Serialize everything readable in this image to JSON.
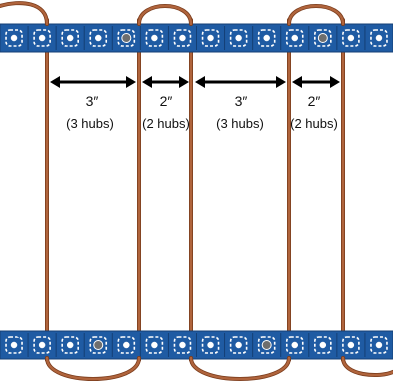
{
  "diagram": {
    "colors": {
      "strip_fill": "#1f5ba3",
      "strip_edge": "#143f74",
      "hub_ring": "#ffffff",
      "hub_center_plain": "#ffffff",
      "hub_center_filled": "#6e6e6e",
      "pipe": "#b0643c",
      "pipe_dark": "#7a3c1c",
      "arrow": "#000000"
    },
    "top_strip": {
      "hub_count": 14,
      "filled_hub_indices": [
        4,
        11
      ]
    },
    "bottom_strip": {
      "hub_count": 14,
      "filled_hub_indices": [
        3,
        9
      ]
    },
    "spacings": [
      {
        "distance": "3″",
        "hubs": "(3 hubs)"
      },
      {
        "distance": "2″",
        "hubs": "(2 hubs)"
      },
      {
        "distance": "3″",
        "hubs": "(3 hubs)"
      },
      {
        "distance": "2″",
        "hubs": "(2 hubs)"
      }
    ]
  }
}
